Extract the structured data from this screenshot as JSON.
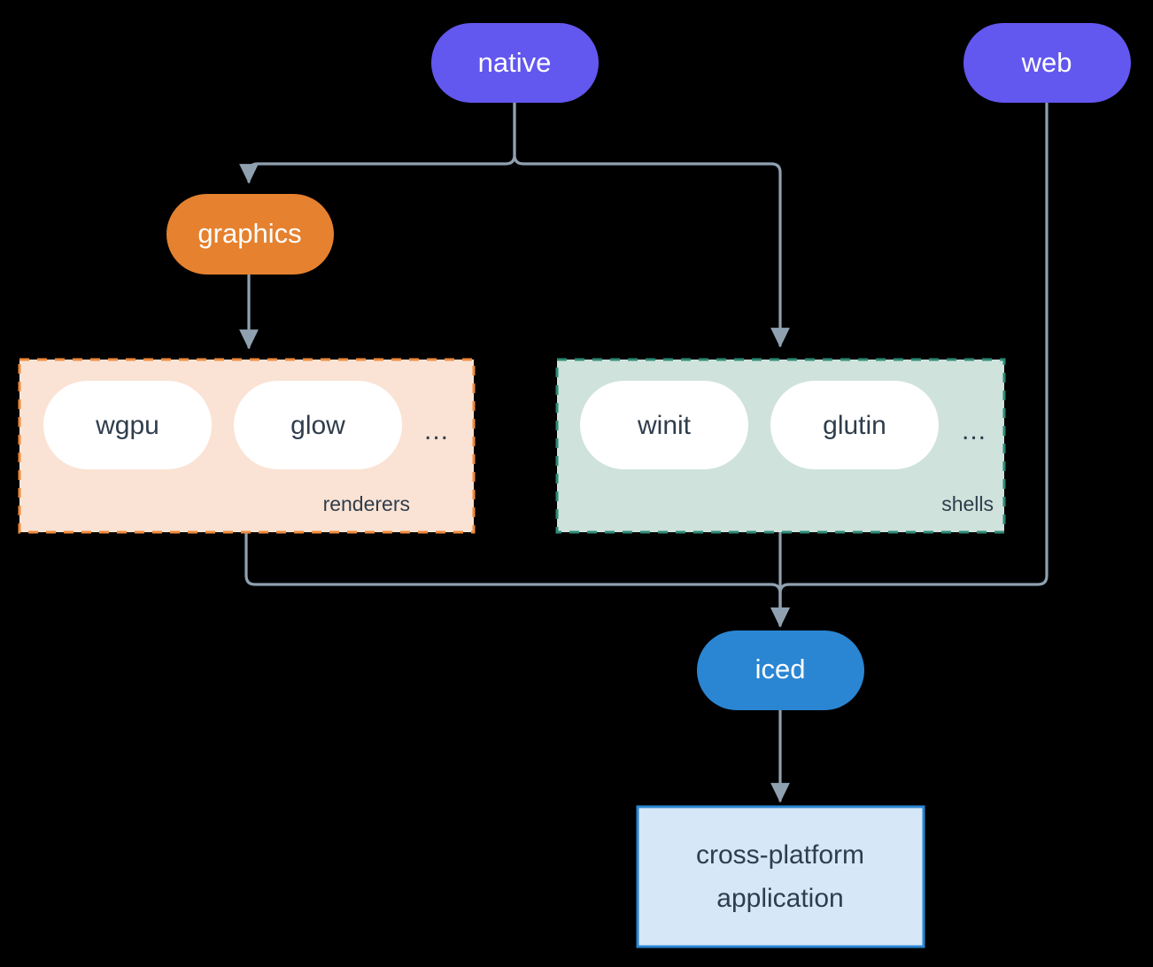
{
  "diagram": {
    "type": "flowchart",
    "background": "#000000",
    "edge_color": "#8fa1b0",
    "text_dark": "#2f3d4c",
    "text_light": "#ffffff",
    "nodes": {
      "native": {
        "label": "native",
        "shape": "stadium",
        "fill": "#6257ef",
        "text": "#ffffff"
      },
      "web": {
        "label": "web",
        "shape": "stadium",
        "fill": "#6257ef",
        "text": "#ffffff"
      },
      "graphics": {
        "label": "graphics",
        "shape": "stadium",
        "fill": "#e5812f",
        "text": "#ffffff"
      },
      "iced": {
        "label": "iced",
        "shape": "stadium",
        "fill": "#2a86d3",
        "text": "#ffffff"
      },
      "application": {
        "label_line1": "cross-platform",
        "label_line2": "application",
        "shape": "rect",
        "fill": "#d6e7f8",
        "stroke": "#2a86d3",
        "text": "#2f3d4c"
      }
    },
    "groups": {
      "renderers": {
        "label": "renderers",
        "fill": "#fae3d4",
        "stroke": "#f08a3c",
        "border_style": "dashed",
        "children": [
          {
            "label": "wgpu",
            "fill": "#ffffff",
            "text": "#2f3d4c"
          },
          {
            "label": "glow",
            "fill": "#ffffff",
            "text": "#2f3d4c"
          }
        ],
        "ellipsis": "..."
      },
      "shells": {
        "label": "shells",
        "fill": "#cfe2dc",
        "stroke": "#2e8b76",
        "border_style": "dashed",
        "children": [
          {
            "label": "winit",
            "fill": "#ffffff",
            "text": "#2f3d4c"
          },
          {
            "label": "glutin",
            "fill": "#ffffff",
            "text": "#2f3d4c"
          }
        ],
        "ellipsis": "..."
      }
    },
    "edges": [
      {
        "from": "native",
        "to": "graphics",
        "arrow": true
      },
      {
        "from": "native",
        "to": "shells",
        "arrow": true
      },
      {
        "from": "graphics",
        "to": "renderers",
        "arrow": true
      },
      {
        "from": "renderers",
        "to": "iced",
        "arrow": true
      },
      {
        "from": "shells",
        "to": "iced",
        "arrow": true
      },
      {
        "from": "web",
        "to": "iced",
        "arrow": true
      },
      {
        "from": "iced",
        "to": "application",
        "arrow": true
      }
    ]
  }
}
